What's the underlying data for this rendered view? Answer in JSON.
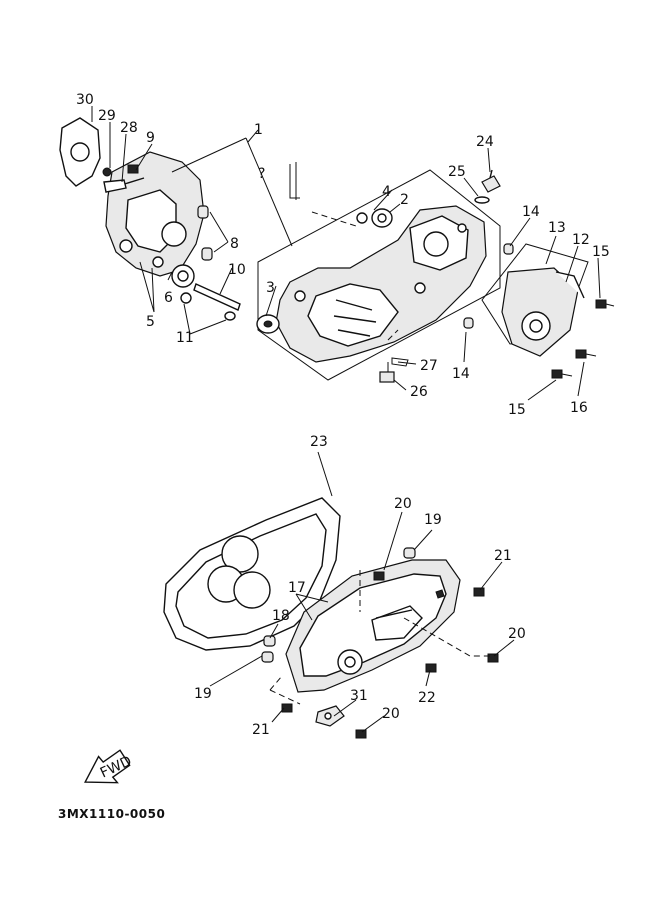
{
  "diagram": {
    "code": "3MX1110-0050",
    "fwd_label": "FWD",
    "labels": [
      "30",
      "29",
      "28",
      "9",
      "1",
      "24",
      "25",
      "4",
      "2",
      "14",
      "13",
      "12",
      "15",
      "8",
      "10",
      "3",
      "6",
      "5",
      "11",
      "27",
      "26",
      "14",
      "15",
      "16",
      "23",
      "20",
      "19",
      "21",
      "17",
      "18",
      "20",
      "19",
      "31",
      "22",
      "21",
      "20",
      "?"
    ]
  }
}
